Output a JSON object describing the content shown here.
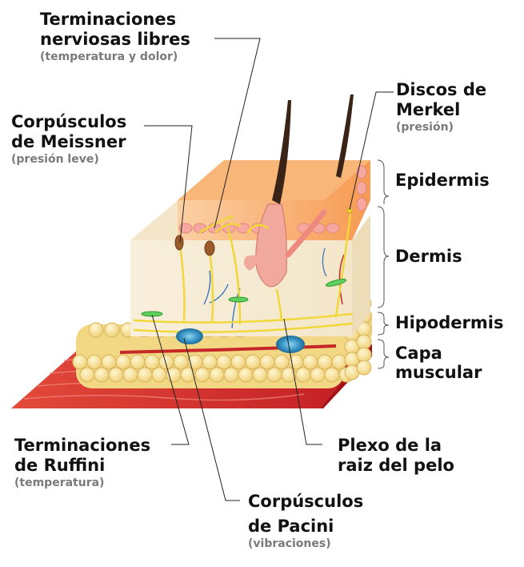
{
  "labels": {
    "free_endings": {
      "line1": "Terminaciones",
      "line2": "nerviosas libres",
      "sub": "(temperatura y dolor)"
    },
    "meissner": {
      "line1": "Corpúsculos",
      "line2": "de Meissner",
      "sub": "(presión leve)"
    },
    "merkel": {
      "line1": "Discos de",
      "line2": "Merkel",
      "sub": "(presión)"
    },
    "ruffini": {
      "line1": "Terminaciones",
      "line2": "de Ruffini",
      "sub": "(temperatura)"
    },
    "pacini": {
      "line1": "Corpúsculos",
      "line2": "de Pacini",
      "sub": "(vibraciones)"
    },
    "hair_plexus": {
      "line1": "Plexo de la",
      "line2": "raiz del pelo"
    }
  },
  "layers": {
    "epidermis": "Epidermis",
    "dermis": "Dermis",
    "hypodermis": "Hipodermis",
    "muscle": {
      "line1": "Capa",
      "line2": "muscular"
    }
  },
  "colors": {
    "epidermis": "#f7a866",
    "dermis": "#f6ecd6",
    "fat": "#f3dc8c",
    "muscle": "#d8232a",
    "nerve": "#f1d83a",
    "pacini": "#2e88b8",
    "blood_vessel": "#c62828"
  }
}
